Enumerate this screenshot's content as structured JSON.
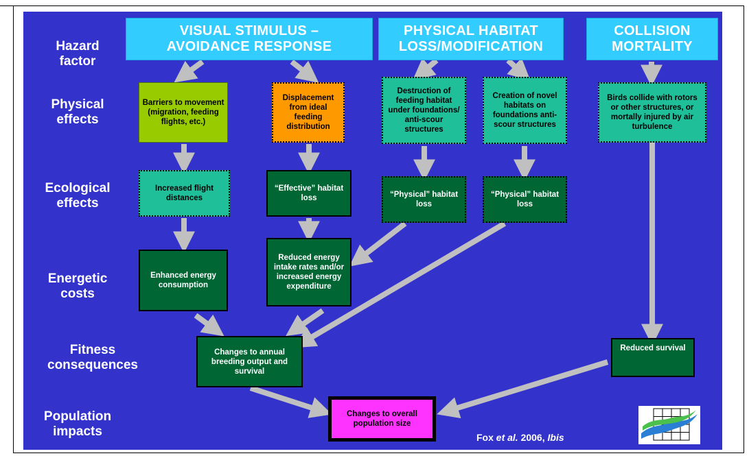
{
  "row_labels": {
    "hazard": "Hazard factor",
    "physical": "Physical effects",
    "ecological": "Ecological effects",
    "energetic": "Energetic costs",
    "fitness": "Fitness consequences",
    "population": "Population impacts"
  },
  "hazards": {
    "visual": "VISUAL STIMULUS – AVOIDANCE RESPONSE",
    "habitat": "PHYSICAL HABITAT LOSS/MODIFICATION",
    "collision": "COLLISION MORTALITY"
  },
  "physical_effects": {
    "barriers": "Barriers to movement (migration, feeding flights, etc.)",
    "displacement": "Displacement from ideal feeding distribution",
    "destruction": "Destruction of feeding habitat under foundations/ anti-scour structures",
    "creation": "Creation of novel habitats on foundations anti-scour structures",
    "collide": "Birds collide with rotors or other structures, or mortally injured by air turbulence"
  },
  "ecological_effects": {
    "flight": "Increased flight distances",
    "effective": "“Effective” habitat loss",
    "physical1": "“Physical” habitat loss",
    "physical2": "“Physical” habitat loss"
  },
  "energetic_costs": {
    "enhanced": "Enhanced energy consumption",
    "reduced": "Reduced energy intake rates and/or increased energy expenditure"
  },
  "fitness": {
    "breeding": "Changes to annual breeding output and survival",
    "survival": "Reduced survival"
  },
  "population": {
    "overall": "Changes to overall population size"
  },
  "citation": {
    "author": "Fox",
    "etal": "et al.",
    "year": "2006,",
    "journal": "Ibis"
  },
  "colors": {
    "background": "#3333cc",
    "hazard_fill": "#33ccff",
    "arrow": "#c0c0c0",
    "lime": "#99cc00",
    "orange": "#ff9900",
    "teal": "#1fbf9a",
    "dark_green": "#006633",
    "magenta": "#ff33ff"
  }
}
